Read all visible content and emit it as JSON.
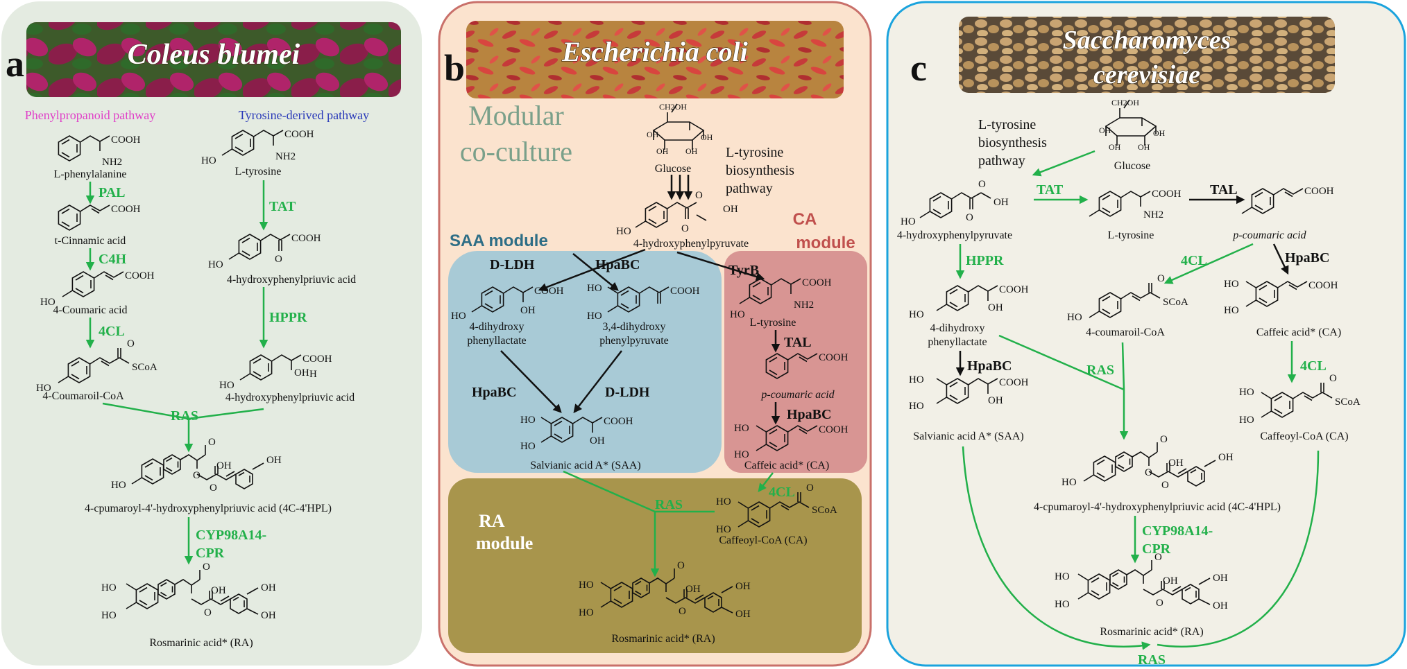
{
  "panels": {
    "a": {
      "letter": "a",
      "organism": "Coleus blumei",
      "pathways": [
        "Phenylpropanoid pathway",
        "Tyrosine-derived pathway"
      ],
      "compounds": {
        "phe": "L-phenylalanine",
        "tca": "t-Cinnamic acid",
        "cou": "4-Coumaric acid",
        "coa": "4-Coumaroil-CoA",
        "tyr": "L-tyrosine",
        "hpp": "4-hydroxyphenylpriuvic acid",
        "hpl": "4-hydroxyphenylpriuvic acid",
        "c4c": "4-cpumaroyl-4'-hydroxyphenylpriuvic acid (4C-4'HPL)",
        "ra": "Rosmarinic acid* (RA)"
      },
      "enzymes": {
        "pal": "PAL",
        "c4h": "C4H",
        "cl": "4CL",
        "tat": "TAT",
        "hppr": "HPPR",
        "ras": "RAS",
        "cyp1": "CYP98A14-",
        "cyp2": "CPR"
      }
    },
    "b": {
      "letter": "b",
      "organism": "Escherichia coli",
      "title1": "Modular",
      "title2": "co-culture",
      "glucose": "Glucose",
      "tyr_path": [
        "L-tyrosine",
        "biosynthesis",
        "pathway"
      ],
      "hpp": "4-hydroxyphenylpyruvate",
      "saa_module": "SAA module",
      "ca_module": [
        "CA",
        "module"
      ],
      "ra_module": [
        "RA",
        "module"
      ],
      "compounds": {
        "dhpl": [
          "4-dihydroxy",
          "phenyllactate"
        ],
        "dhpp": [
          "3,4-dihydroxy",
          "phenylpyruvate"
        ],
        "saa": "Salvianic acid A* (SAA)",
        "tyr": "L-tyrosine",
        "pcou": "p-coumaric acid",
        "ca": "Caffeic acid* (CA)",
        "cca": "Caffeoyl-CoA (CA)",
        "ra": "Rosmarinic acid* (RA)"
      },
      "enzymes": {
        "dldh": "D-LDH",
        "hpabc": "HpaBC",
        "tyrb": "TyrB",
        "tal": "TAL",
        "cl": "4CL",
        "ras": "RAS"
      }
    },
    "c": {
      "letter": "c",
      "organism": [
        "Saccharomyces",
        "cerevisiae"
      ],
      "tyr_path": [
        "L-tyrosine",
        "biosynthesis",
        "pathway"
      ],
      "glucose": "Glucose",
      "compounds": {
        "hpp": "4-hydroxyphenylpyruvate",
        "tyr": "L-tyrosine",
        "pcou": "p-coumaric acid",
        "dhpl": [
          "4-dihydroxy",
          "phenyllactate"
        ],
        "coa": "4-coumaroil-CoA",
        "ca": "Caffeic acid* (CA)",
        "saa": "Salvianic acid A* (SAA)",
        "cca": "Caffeoyl-CoA (CA)",
        "c4c": "4-cpumaroyl-4'-hydroxyphenylpriuvic acid (4C-4'HPL)",
        "ra": "Rosmarinic acid* (RA)"
      },
      "enzymes": {
        "tat": "TAT",
        "tal": "TAL",
        "hppr": "HPPR",
        "cl": "4CL",
        "hpabc": "HpaBC",
        "ras": "RAS",
        "cyp1": "CYP98A14-",
        "cyp2": "CPR"
      }
    }
  },
  "atoms": {
    "cooh": "COOH",
    "nh2": "NH2",
    "ho": "HO",
    "oh": "OH",
    "o": "O",
    "scoa": "SCoA",
    "h": "H",
    "ch2oh": "CH2OH"
  },
  "colors": {
    "panel_a_bg": "#e4ebe1",
    "panel_b_bg": "#fbe3ce",
    "panel_b_border": "#c9706a",
    "panel_c_bg": "#f2f0e7",
    "panel_c_border": "#1aa3dd",
    "saa_module_bg": "#a8cad6",
    "ca_module_bg": "#d89593",
    "ra_module_bg": "#a8954c",
    "enzyme_green": "#22b04a",
    "phenylpropanoid_label": "#e040c8",
    "tyrosine_label": "#2838b8",
    "module_text": "#7aa08a",
    "saa_title": "#2e6e86",
    "ca_title": "#c0504d"
  }
}
